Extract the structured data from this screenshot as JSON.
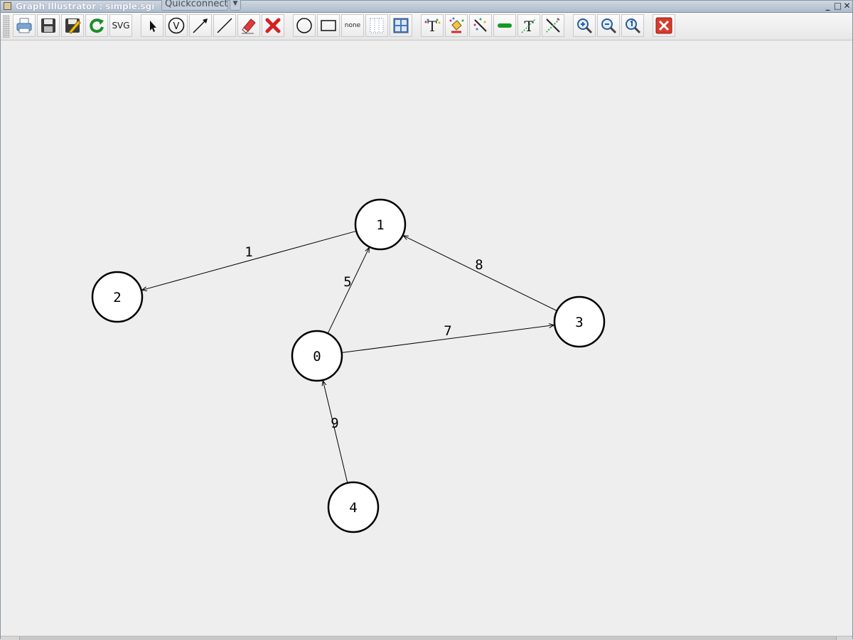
{
  "window": {
    "title": "Graph Illustrator : simple.sgi",
    "quickconnect": "Quickconnect",
    "controls": {
      "minimize": "_",
      "maximize": "□",
      "close": "✕"
    }
  },
  "toolbar": {
    "buttons": [
      {
        "id": "print",
        "icon": "printer-icon"
      },
      {
        "id": "save",
        "icon": "floppy-disk-icon"
      },
      {
        "id": "save-as",
        "icon": "save-as-icon"
      },
      {
        "id": "refresh",
        "icon": "refresh-icon"
      },
      {
        "id": "svg-export",
        "label": "SVG"
      },
      {
        "id": "select",
        "icon": "pointer-icon"
      },
      {
        "id": "add-vertex",
        "label": "V"
      },
      {
        "id": "add-arrow",
        "icon": "arrow-icon"
      },
      {
        "id": "add-line",
        "icon": "line-icon"
      },
      {
        "id": "eraser",
        "icon": "eraser-icon"
      },
      {
        "id": "delete",
        "icon": "red-x-icon"
      },
      {
        "id": "circle-shape",
        "icon": "circle-icon"
      },
      {
        "id": "rect-shape",
        "icon": "rectangle-icon"
      },
      {
        "id": "no-shape",
        "label": "none"
      },
      {
        "id": "grid",
        "icon": "dotted-grid-icon"
      },
      {
        "id": "grid-snap",
        "icon": "grid-snap-icon"
      },
      {
        "id": "text-color",
        "icon": "text-color-icon"
      },
      {
        "id": "fill-color",
        "icon": "paint-bucket-icon"
      },
      {
        "id": "line-color",
        "icon": "line-color-icon"
      },
      {
        "id": "line-width",
        "icon": "green-bar-icon"
      },
      {
        "id": "text-style",
        "icon": "text-style-icon"
      },
      {
        "id": "edge-style",
        "icon": "edge-style-icon"
      },
      {
        "id": "zoom-in",
        "icon": "zoom-in-icon"
      },
      {
        "id": "zoom-out",
        "icon": "zoom-out-icon"
      },
      {
        "id": "zoom-reset",
        "icon": "zoom-reset-icon"
      },
      {
        "id": "close",
        "icon": "close-red-icon"
      }
    ]
  },
  "graph": {
    "nodes": [
      {
        "id": "0",
        "label": "0"
      },
      {
        "id": "1",
        "label": "1"
      },
      {
        "id": "2",
        "label": "2"
      },
      {
        "id": "3",
        "label": "3"
      },
      {
        "id": "4",
        "label": "4"
      }
    ],
    "edges": [
      {
        "from": "1",
        "to": "2",
        "weight": "1"
      },
      {
        "from": "0",
        "to": "1",
        "weight": "5"
      },
      {
        "from": "3",
        "to": "1",
        "weight": "8"
      },
      {
        "from": "0",
        "to": "3",
        "weight": "7"
      },
      {
        "from": "4",
        "to": "0",
        "weight": "9"
      }
    ]
  }
}
